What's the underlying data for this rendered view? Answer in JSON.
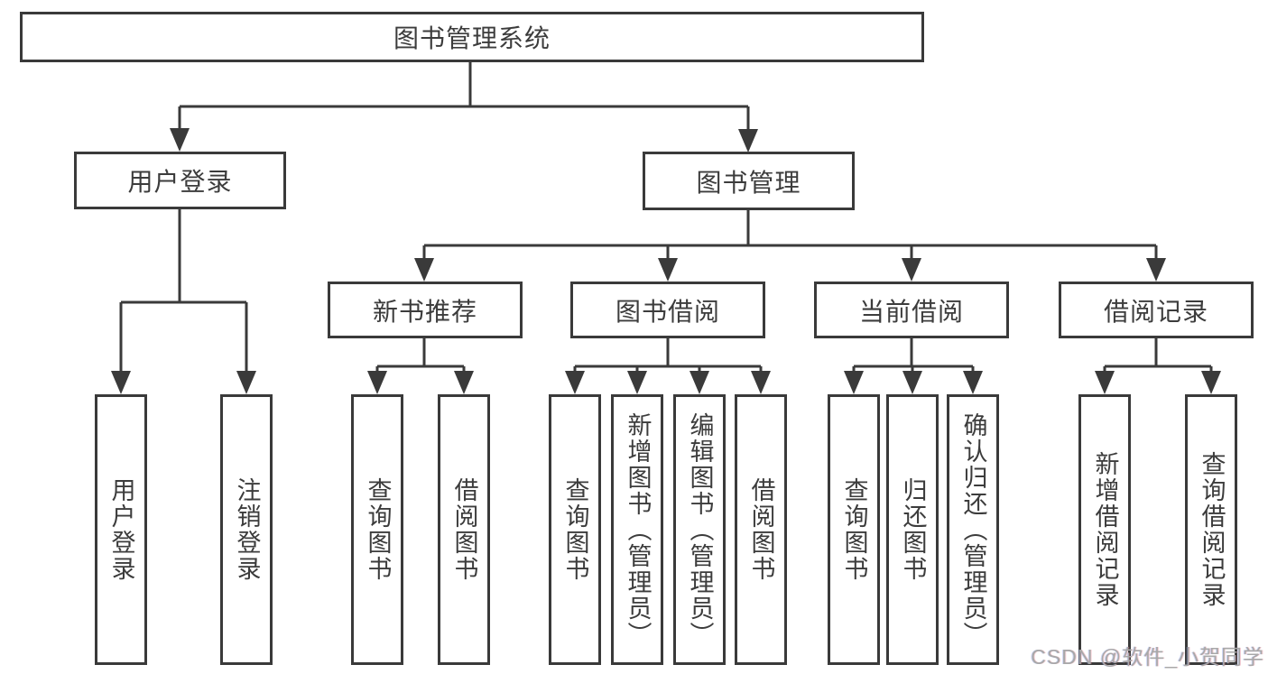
{
  "diagram": {
    "type": "hierarchy-tree",
    "title": "图书管理系统",
    "line_color": "#3a3a3a",
    "text_color": "#3c3c3c",
    "root": {
      "label": "图书管理系统"
    },
    "level2": [
      {
        "label": "用户登录",
        "parent": "图书管理系统"
      },
      {
        "label": "图书管理",
        "parent": "图书管理系统"
      }
    ],
    "level3": [
      {
        "label": "新书推荐",
        "parent": "图书管理"
      },
      {
        "label": "图书借阅",
        "parent": "图书管理"
      },
      {
        "label": "当前借阅",
        "parent": "图书管理"
      },
      {
        "label": "借阅记录",
        "parent": "图书管理"
      }
    ],
    "leaves": [
      {
        "label": "用户登录",
        "parent": "用户登录"
      },
      {
        "label": "注销登录",
        "parent": "用户登录"
      },
      {
        "label": "查询图书",
        "parent": "新书推荐"
      },
      {
        "label": "借阅图书",
        "parent": "新书推荐"
      },
      {
        "label": "查询图书",
        "parent": "图书借阅"
      },
      {
        "label": "新增图书（管理员）",
        "parent": "图书借阅"
      },
      {
        "label": "编辑图书（管理员）",
        "parent": "图书借阅"
      },
      {
        "label": "借阅图书",
        "parent": "图书借阅"
      },
      {
        "label": "查询图书",
        "parent": "当前借阅"
      },
      {
        "label": "归还图书",
        "parent": "当前借阅"
      },
      {
        "label": "确认归还（管理员）",
        "parent": "当前借阅"
      },
      {
        "label": "新增借阅记录",
        "parent": "借阅记录"
      },
      {
        "label": "查询借阅记录",
        "parent": "借阅记录"
      }
    ]
  },
  "watermark": {
    "text": "CSDN @软件_小贺同学"
  }
}
